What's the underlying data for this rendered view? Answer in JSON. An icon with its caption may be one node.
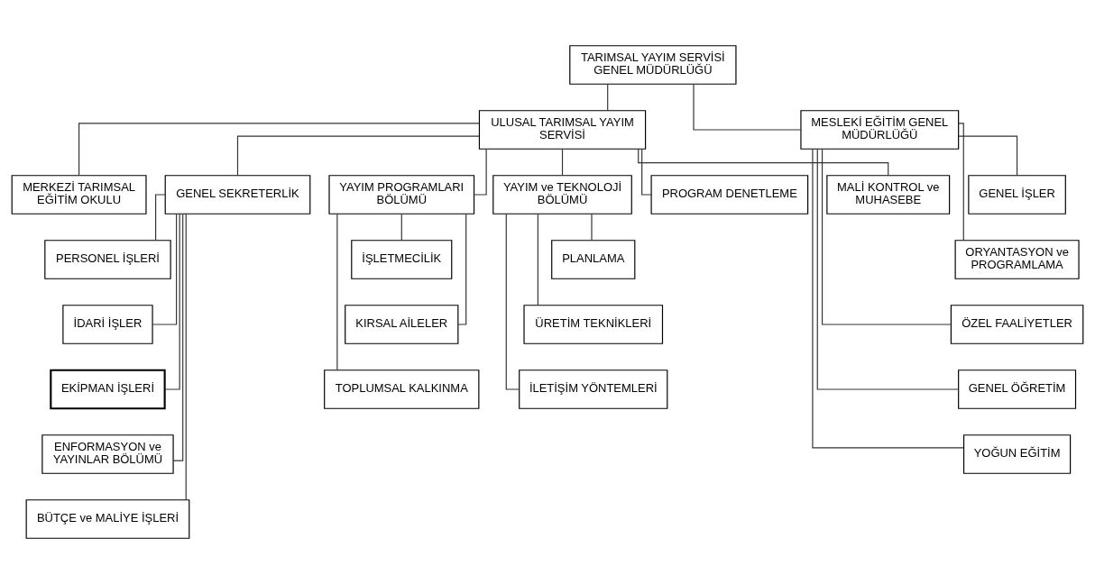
{
  "diagram": {
    "nodes": [
      {
        "text": [
          "TARIMSAL YAYIM SERVİSİ GENEL MÜDÜRLÜĞÜ"
        ]
      },
      {
        "text": [
          "ULUSAL TARIMSAL YAYIM SERVİSİ"
        ]
      },
      {
        "text": [
          "MESLEKİ EĞİTİM GENEL MÜDÜRLÜĞÜ"
        ]
      },
      {
        "text": [
          "MERKEZİ TARIMSAL EĞİTİM OKULU"
        ]
      },
      {
        "text": [
          "GENEL SEKRETERLİK"
        ]
      },
      {
        "text": [
          "YAYIM PROGRAMLARI BÖLÜMÜ"
        ]
      },
      {
        "text": [
          "YAYIM ve TEKNOLOJİ BÖLÜMÜ"
        ]
      },
      {
        "text": [
          "PROGRAM DENETLEME"
        ]
      },
      {
        "text": [
          "MALİ KONTROL ve MUHASEBE"
        ]
      },
      {
        "text": [
          "PERSONEL İŞLERİ"
        ]
      },
      {
        "text": [
          "İDARİ İŞLER"
        ]
      },
      {
        "text": [
          "EKİPMAN İŞLERİ"
        ]
      },
      {
        "text": [
          "ENFORMASYON ve YAYINLAR BÖLÜMÜ"
        ]
      },
      {
        "text": [
          "BÜTÇE ve MALİYE İŞLERİ"
        ]
      },
      {
        "text": [
          "İŞLETMECİLİK"
        ]
      },
      {
        "text": [
          "KIRSAL AİLELER"
        ]
      },
      {
        "text": [
          "TOPLUMSAL KALKINMA"
        ]
      },
      {
        "text": [
          "PLANLAMA"
        ]
      },
      {
        "text": [
          "ÜRETİM TEKNİKLERİ"
        ]
      },
      {
        "text": [
          "İLETİŞİM YÖNTEMLERİ"
        ]
      },
      {
        "text": [
          "GENEL İŞLER"
        ]
      },
      {
        "text": [
          "ORYANTASYON ve PROGRAMLAMA"
        ]
      },
      {
        "text": [
          "ÖZEL FAALİYETLER"
        ]
      },
      {
        "text": [
          "GENEL ÖĞRETİM"
        ]
      },
      {
        "text": [
          "YOĞUN EĞİTİM"
        ]
      }
    ],
    "edges": [
      {
        "from": 0,
        "to": 1,
        "arrow": "none"
      },
      {
        "from": 0,
        "to": 2,
        "arrow": "none"
      },
      {
        "from": 1,
        "to": 3,
        "arrow": "none"
      },
      {
        "from": 1,
        "to": 4,
        "arrow": "none"
      },
      {
        "from": 1,
        "to": 5,
        "arrow": "none"
      },
      {
        "from": 1,
        "to": 6,
        "arrow": "none"
      },
      {
        "from": 1,
        "to": 7,
        "arrow": "none"
      },
      {
        "from": 1,
        "to": 8,
        "arrow": "none"
      },
      {
        "from": 4,
        "to": 9,
        "arrow": "none"
      },
      {
        "from": 4,
        "to": 10,
        "arrow": "none"
      },
      {
        "from": 4,
        "to": 11,
        "arrow": "none"
      },
      {
        "from": 4,
        "to": 12,
        "arrow": "none"
      },
      {
        "from": 4,
        "to": 13,
        "arrow": "none"
      },
      {
        "from": 5,
        "to": 14,
        "arrow": "none"
      },
      {
        "from": 5,
        "to": 15,
        "arrow": "none"
      },
      {
        "from": 5,
        "to": 16,
        "arrow": "none"
      },
      {
        "from": 6,
        "to": 17,
        "arrow": "none"
      },
      {
        "from": 6,
        "to": 18,
        "arrow": "none"
      },
      {
        "from": 6,
        "to": 19,
        "arrow": "none"
      },
      {
        "from": 2,
        "to": 20,
        "arrow": "none"
      },
      {
        "from": 2,
        "to": 21,
        "arrow": "none"
      },
      {
        "from": 2,
        "to": 22,
        "arrow": "none"
      },
      {
        "from": 2,
        "to": 23,
        "arrow": "none"
      },
      {
        "from": 2,
        "to": 24,
        "arrow": "none"
      }
    ]
  }
}
